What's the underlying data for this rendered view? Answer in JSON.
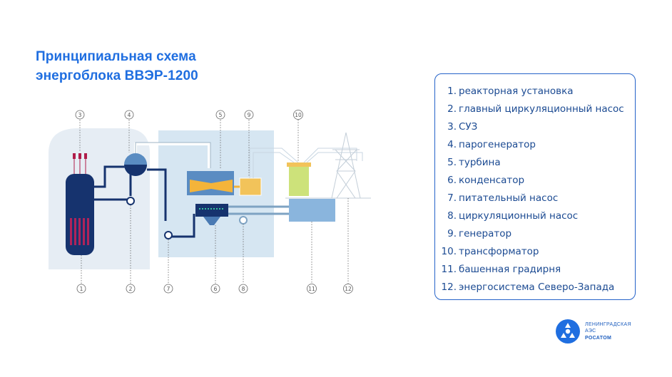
{
  "title": {
    "line1": "Принципиальная схема",
    "line2": "энергоблока ВВЭР-1200"
  },
  "legend": [
    {
      "num": "1.",
      "label": "реакторная установка"
    },
    {
      "num": "2.",
      "label": "главный циркуляционный насос"
    },
    {
      "num": "3.",
      "label": "СУЗ"
    },
    {
      "num": "4.",
      "label": "парогенератор"
    },
    {
      "num": "5.",
      "label": "турбина"
    },
    {
      "num": "6.",
      "label": "конденсатор"
    },
    {
      "num": "7.",
      "label": "питательный насос"
    },
    {
      "num": "8.",
      "label": "циркуляционный насос"
    },
    {
      "num": "9.",
      "label": "генератор"
    },
    {
      "num": "10.",
      "label": "трансформатор"
    },
    {
      "num": "11.",
      "label": "башенная градирня"
    },
    {
      "num": "12.",
      "label": "энергосистема Северо-Запада"
    }
  ],
  "callouts": {
    "c1": "1",
    "c2": "2",
    "c3": "3",
    "c4": "4",
    "c5": "5",
    "c6": "6",
    "c7": "7",
    "c8": "8",
    "c9": "9",
    "c10": "10",
    "c11": "11",
    "c12": "12"
  },
  "brand": {
    "line1": "ЛЕНИНГРАДСКАЯ",
    "line2": "АЭС",
    "line3": "РОСАТОМ",
    "logo_icon": "rosatom-logo-icon"
  },
  "colors": {
    "accent": "#1f6ee0",
    "pipe": "#16336e",
    "containment": "#e6edf4",
    "turbine_hall": "#d6e6f2",
    "turbine": "#f4b43a",
    "generator": "#f2c35a",
    "transformer": "#cde27a",
    "cooling_tower": "#8ab5dd"
  }
}
